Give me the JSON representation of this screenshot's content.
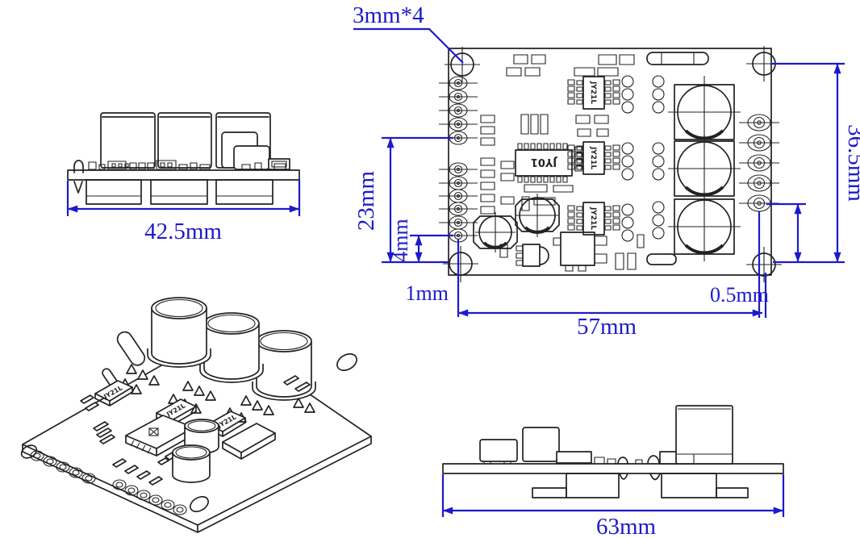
{
  "drawing": {
    "colors": {
      "dimension_blue": "#1c1acb",
      "line_black": "#222222",
      "background": "#ffffff"
    },
    "dimensions": {
      "hole_note": "3mm*4",
      "side_width": "42.5mm",
      "board_height": "36.5mm",
      "pad_col_height": "23mm",
      "pad_to_hole": "4mm",
      "left_offset": "1mm",
      "right_offset": "0.5mm",
      "pad_span": "57mm",
      "board_width": "63mm"
    },
    "ic_labels": {
      "main": "JY01",
      "driver": "JY21L"
    }
  }
}
